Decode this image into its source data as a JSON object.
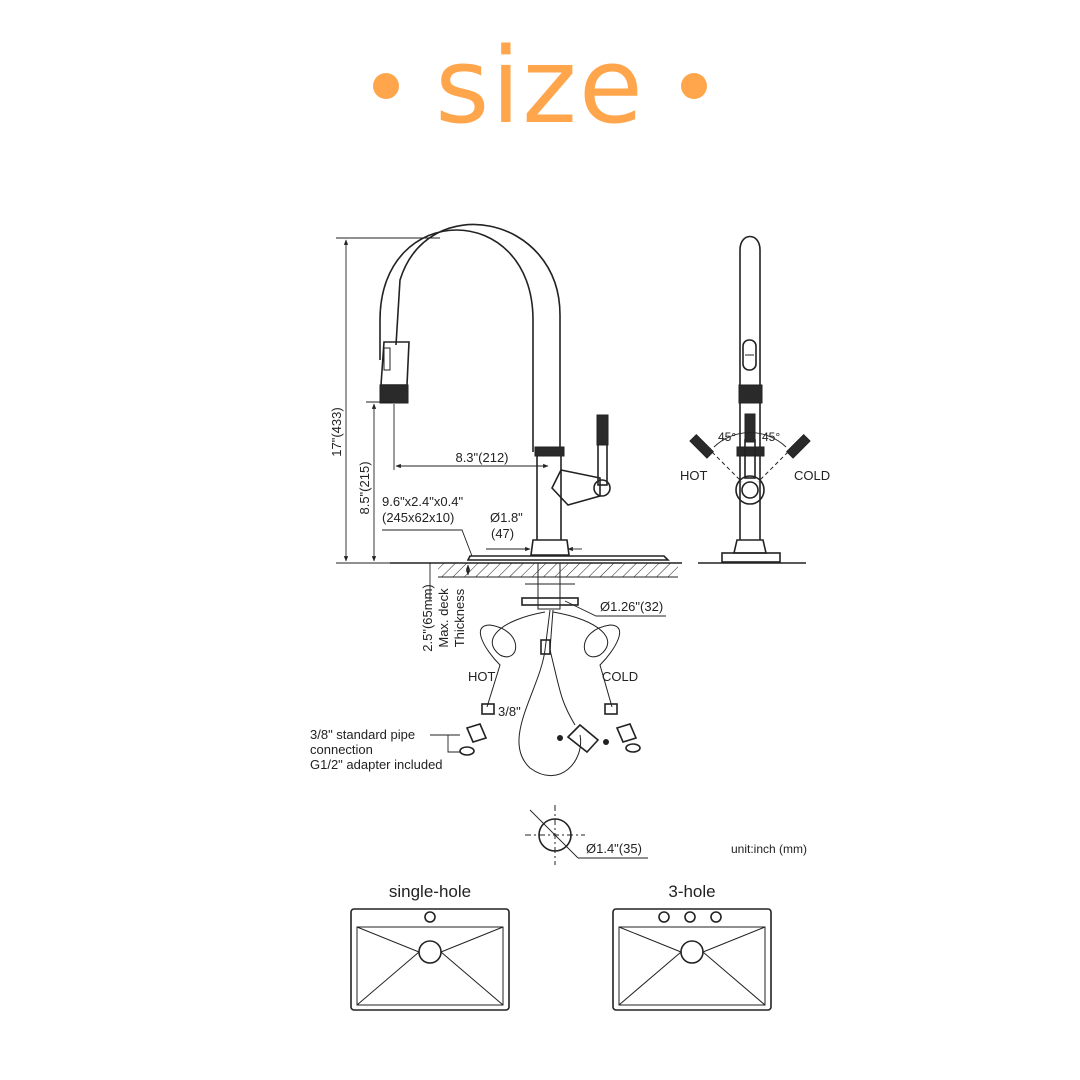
{
  "title": "size",
  "colors": {
    "accent": "#ffa64d",
    "line": "#222222"
  },
  "dimensions": {
    "height_total": "17\"(433)",
    "height_spout": "8.5\"(215)",
    "reach": "8.3\"(212)",
    "deck_plate_in": "9.6\"x2.4\"x0.4\"",
    "deck_plate_mm": "(245x62x10)",
    "base_diameter": "Ø1.8\"",
    "base_diameter_mm": "(47)",
    "shank_diameter": "Ø1.26\"(32)",
    "deck_thickness": [
      "2.5\"(65mm)",
      "Max. deck",
      "Thickness"
    ],
    "hole_diameter": "Ø1.4\"(35)",
    "hose_size": "3/8\""
  },
  "labels": {
    "hot": "HOT",
    "cold": "COLD",
    "angle": "45°",
    "unit": "unit:inch (mm)",
    "pipe_note": [
      "3/8\" standard pipe",
      "connection",
      "G1/2\" adapter included"
    ]
  },
  "sinks": [
    {
      "label": "single-hole",
      "holes": 1
    },
    {
      "label": "3-hole",
      "holes": 3
    }
  ]
}
